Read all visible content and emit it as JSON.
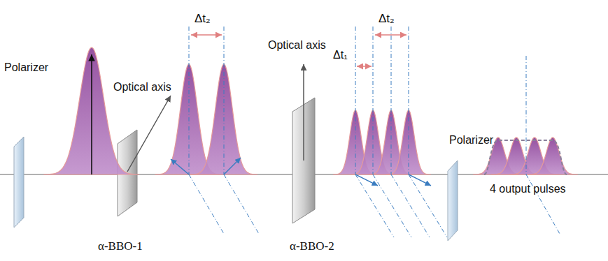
{
  "diagram": {
    "labels": [
      "Polarizer",
      "Optical axis",
      "α-BBO-1",
      "Δt₂",
      "Optical axis",
      "α-BBO-2",
      "Δt₁",
      "Δt₂",
      "Polarizer",
      "4 output pulses"
    ]
  }
}
